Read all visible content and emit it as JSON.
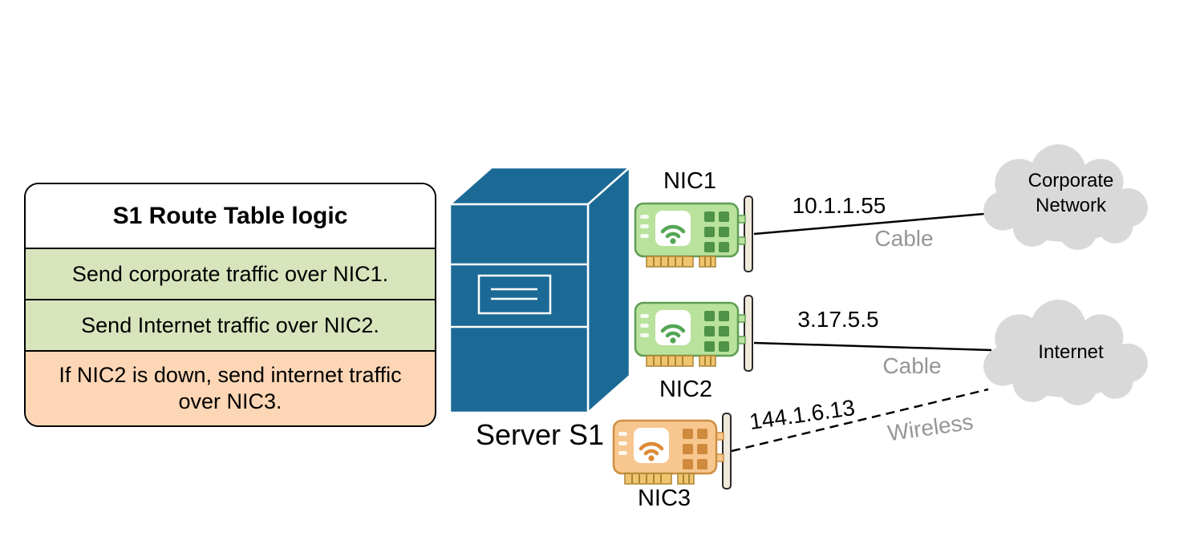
{
  "route_table": {
    "title": "S1 Route Table logic",
    "rows": [
      {
        "text": "Send corporate traffic over NIC1."
      },
      {
        "text": "Send Internet traffic over NIC2."
      },
      {
        "text": "If NIC2 is down, send internet traffic over NIC3."
      }
    ]
  },
  "server": {
    "label": "Server S1"
  },
  "nics": [
    {
      "label": "NIC1",
      "ip": "10.1.1.55",
      "link": "Cable",
      "connects_to": "Corporate Network"
    },
    {
      "label": "NIC2",
      "ip": "3.17.5.5",
      "link": "Cable",
      "connects_to": "Internet"
    },
    {
      "label": "NIC3",
      "ip": "144.1.6.13",
      "link": "Wireless",
      "connects_to": "Internet"
    }
  ],
  "clouds": [
    {
      "label": "Corporate Network"
    },
    {
      "label": "Internet"
    }
  ],
  "colors": {
    "server_blue": "#1b6a96",
    "table_green": "#d8e4bc",
    "table_orange": "#fcd6b5",
    "cloud_gray": "#d9d9d9",
    "link_label_gray": "#969696",
    "nic_green": "#b9e29c",
    "nic_orange": "#f7c78f",
    "line_black": "#000000"
  }
}
